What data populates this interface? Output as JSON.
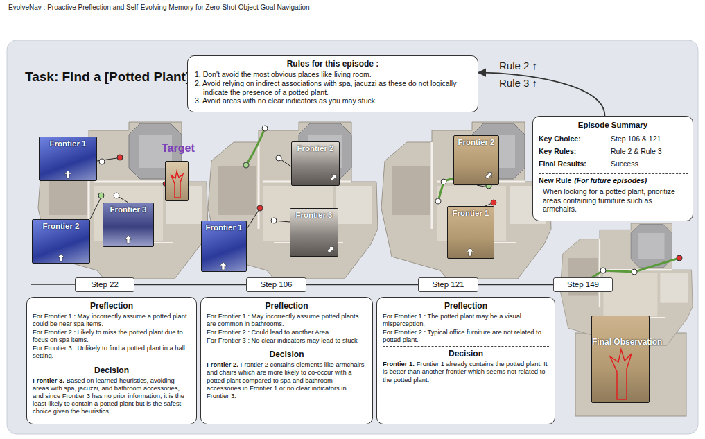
{
  "diagram": {
    "title": "Task: Find a [Potted Plant]",
    "nodes": [
      {
        "text": [
          "Rules for this episode :",
          "1. Don't avoid the most obvious places like living room.",
          "2. Avoid relying on indirect associations with spa, jacuzzi as these do not logically indicate the presence of a potted plant.",
          "3. Avoid areas with no clear indicators as you may stuck."
        ]
      },
      {
        "text": [
          "Episode Summary",
          "Key Choice:",
          "Step 106 & 121",
          "Key Rules:",
          "Rule 2 & Rule 3",
          "Final Results:",
          "Success",
          "New Rule",
          "(For future episodes)",
          "When looking for a potted plant, prioritize areas containing furniture such as armchairs."
        ]
      },
      {
        "text": [
          "Frontier 1"
        ]
      },
      {
        "text": [
          "Target"
        ]
      },
      {
        "text": [
          "Frontier 2"
        ]
      },
      {
        "text": [
          "Frontier 3"
        ]
      },
      {
        "text": [
          "Frontier 2"
        ]
      },
      {
        "text": [
          "Frontier 1"
        ]
      },
      {
        "text": [
          "Frontier 3"
        ]
      },
      {
        "text": [
          "Frontier 2"
        ]
      },
      {
        "text": [
          "Frontier 1"
        ]
      },
      {
        "text": [
          "Final Observation"
        ]
      },
      {
        "text": [
          "Step 22"
        ]
      },
      {
        "text": [
          "Step 106"
        ]
      },
      {
        "text": [
          "Step 121"
        ]
      },
      {
        "text": [
          "Step 149"
        ]
      },
      {
        "text": [
          "Preflection",
          "For Frontier 1 : May incorrectly assume a potted plant could be near spa items.",
          "For Frontier 2 : Likely to miss the potted plant due to focus on spa items.",
          "For Frontier 3 : Unlikely to find a potted plant in a hall setting.",
          "Decision",
          "Frontier 3.",
          "Based on learned heuristics, avoiding areas with spa, jacuzzi, and bathroom accessories, and since Frontier 3 has no prior information, it is the least likely to contain a potted plant but is the safest choice given the heuristics."
        ]
      },
      {
        "text": [
          "Preflection",
          "For Frontier 1 : May incorrectly assume potted plants are common in bathrooms.",
          "For Frontier 2 : Could lead to another Area.",
          "For Frontier 3 : No clear indicators may lead to stuck",
          "Decision",
          "Frontier 2.",
          "Frontier 2 contains elements like armchairs and chairs which are more likely to co-occur with a potted plant compared to spa and bathroom accessories in Frontier 1 or no clear indicators in Frontier 3."
        ]
      },
      {
        "text": [
          "Preflection",
          "For Frontier 1 : The potted plant may be a visual misperception.",
          "For Frontier 2 : Typical office furniture are not related to potted plant.",
          "Decision",
          "Frontier 1.",
          "Frontier 1 already contains the potted plant. It is better than another frontier which seems not related to the potted plant."
        ]
      }
    ],
    "edges": [
      {
        "from": 1,
        "to": 0,
        "arrow": "to"
      },
      {
        "from": 12,
        "to": 13,
        "arrow": "none"
      },
      {
        "from": 13,
        "to": 14,
        "arrow": "none"
      },
      {
        "from": 14,
        "to": 15,
        "arrow": "none"
      }
    ],
    "labels": [
      "EvolveNav : Proactive Preflection and Self-Evolving Memory for Zero-Shot Object Goal Navigation",
      "Rule 2 ↑",
      "Rule 3 ↑"
    ]
  }
}
